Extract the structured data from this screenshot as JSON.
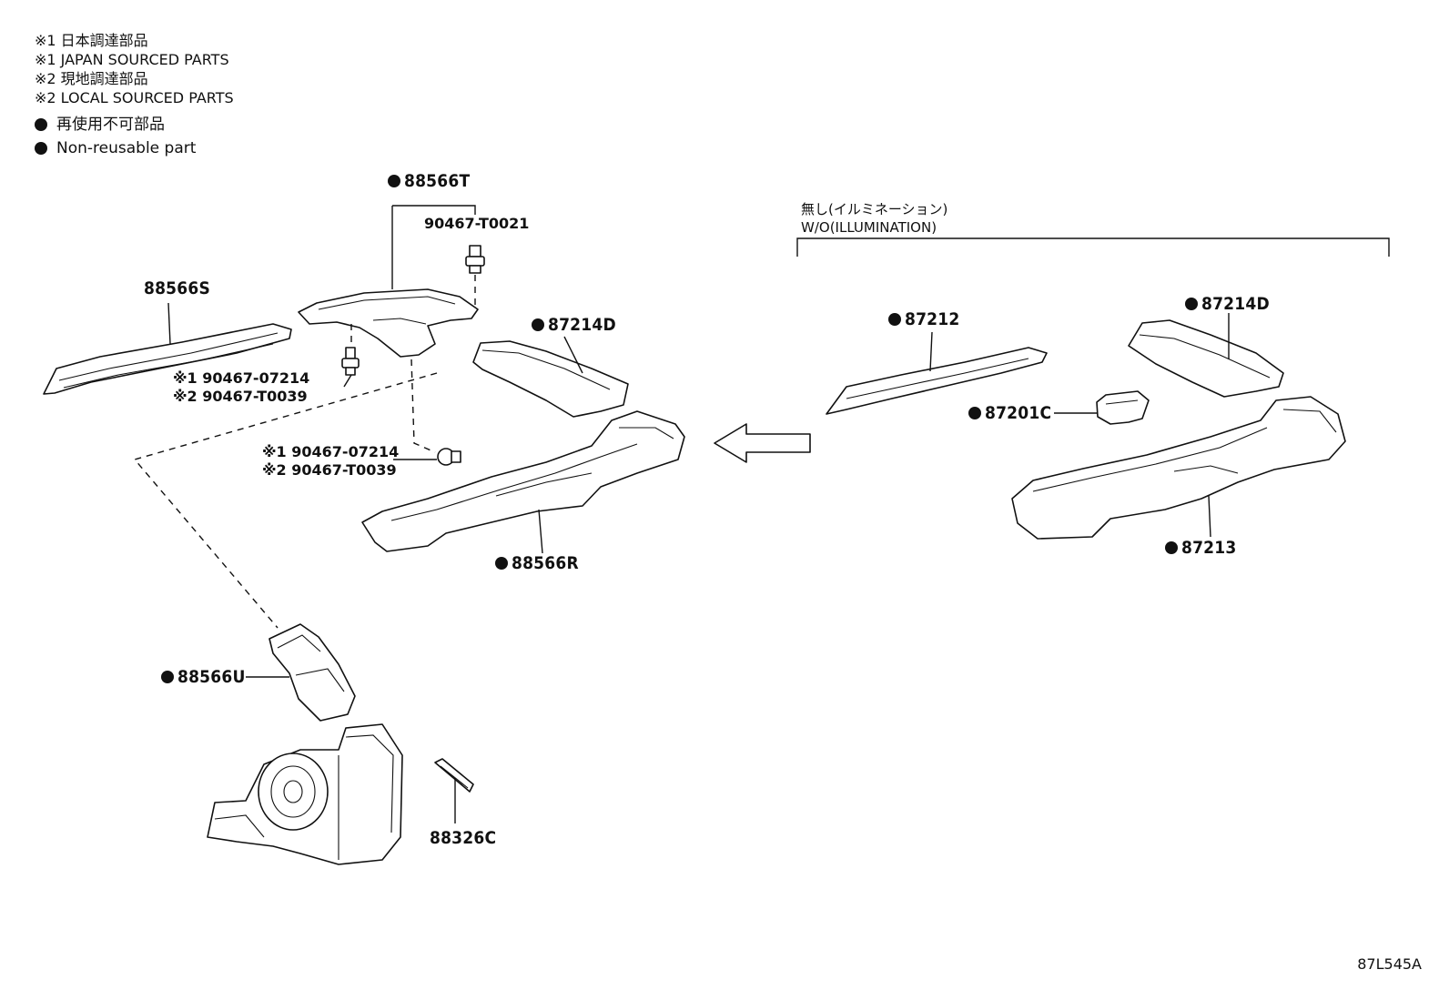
{
  "legend": {
    "lines": [
      "※1 日本調達部品",
      "※1 JAPAN SOURCED PARTS",
      "※2 現地調達部品",
      "※2 LOCAL SOURCED PARTS"
    ],
    "non_reusable_jp": "再使用不可部品",
    "non_reusable_en": "Non-reusable part"
  },
  "variant": {
    "jp": "無し(イルミネーション)",
    "en": "W/O(ILLUMINATION)"
  },
  "parts": {
    "p88566T": "88566T",
    "p90467_T0021": "90467-T0021",
    "p88566S": "88566S",
    "clip_a_1": "※1 90467-07214",
    "clip_a_2": "※2 90467-T0039",
    "clip_b_1": "※1 90467-07214",
    "clip_b_2": "※2 90467-T0039",
    "p87214D_left": "87214D",
    "p88566R": "88566R",
    "p88566U": "88566U",
    "p88326C": "88326C",
    "p87212": "87212",
    "p87214D_right": "87214D",
    "p87201C": "87201C",
    "p87213": "87213"
  },
  "figure_id": "87L545A"
}
